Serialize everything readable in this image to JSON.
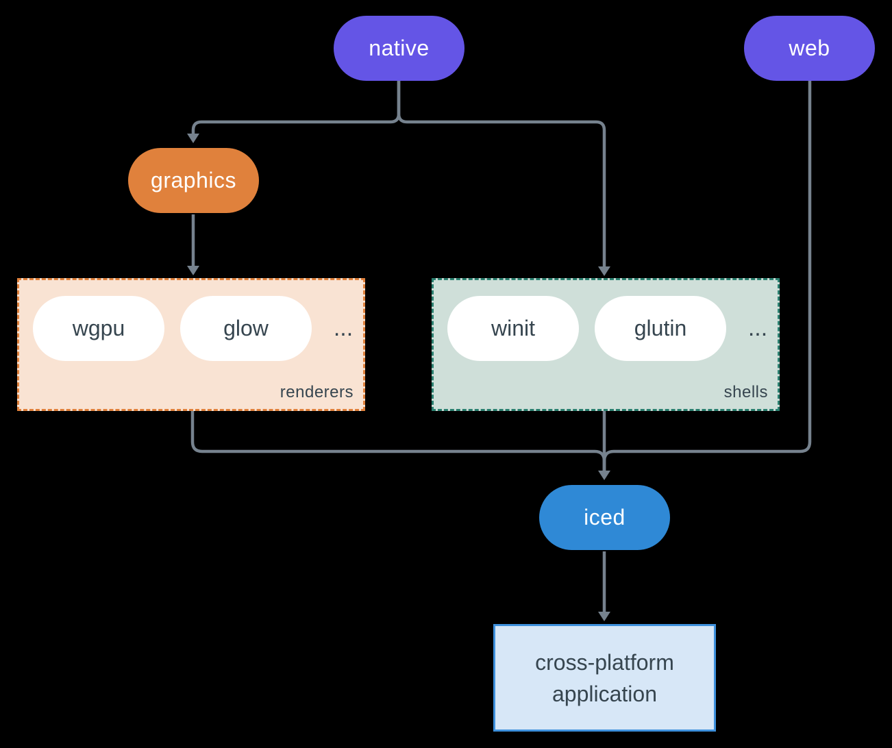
{
  "diagram": {
    "nodes": {
      "native": {
        "label": "native"
      },
      "web": {
        "label": "web"
      },
      "graphics": {
        "label": "graphics"
      },
      "iced": {
        "label": "iced"
      },
      "application": {
        "lines": [
          "cross-platform",
          "application"
        ]
      }
    },
    "groups": {
      "renderers": {
        "label": "renderers",
        "items": [
          "wgpu",
          "glow"
        ],
        "ellipsis": "..."
      },
      "shells": {
        "label": "shells",
        "items": [
          "winit",
          "glutin"
        ],
        "ellipsis": "..."
      }
    },
    "colors": {
      "background": "#000000",
      "platform_pill": "#6455e6",
      "graphics_pill": "#e0813c",
      "iced_pill": "#2f89d6",
      "renderers_box_bg": "#f9e3d3",
      "renderers_box_border": "#e0813c",
      "shells_box_bg": "#cfdfd9",
      "shells_box_border": "#2b8070",
      "application_box_bg": "#d7e7f7",
      "application_box_border": "#3e90dc",
      "connector": "#76828E",
      "dark_text": "#36454f",
      "light_text": "#ffffff"
    }
  }
}
